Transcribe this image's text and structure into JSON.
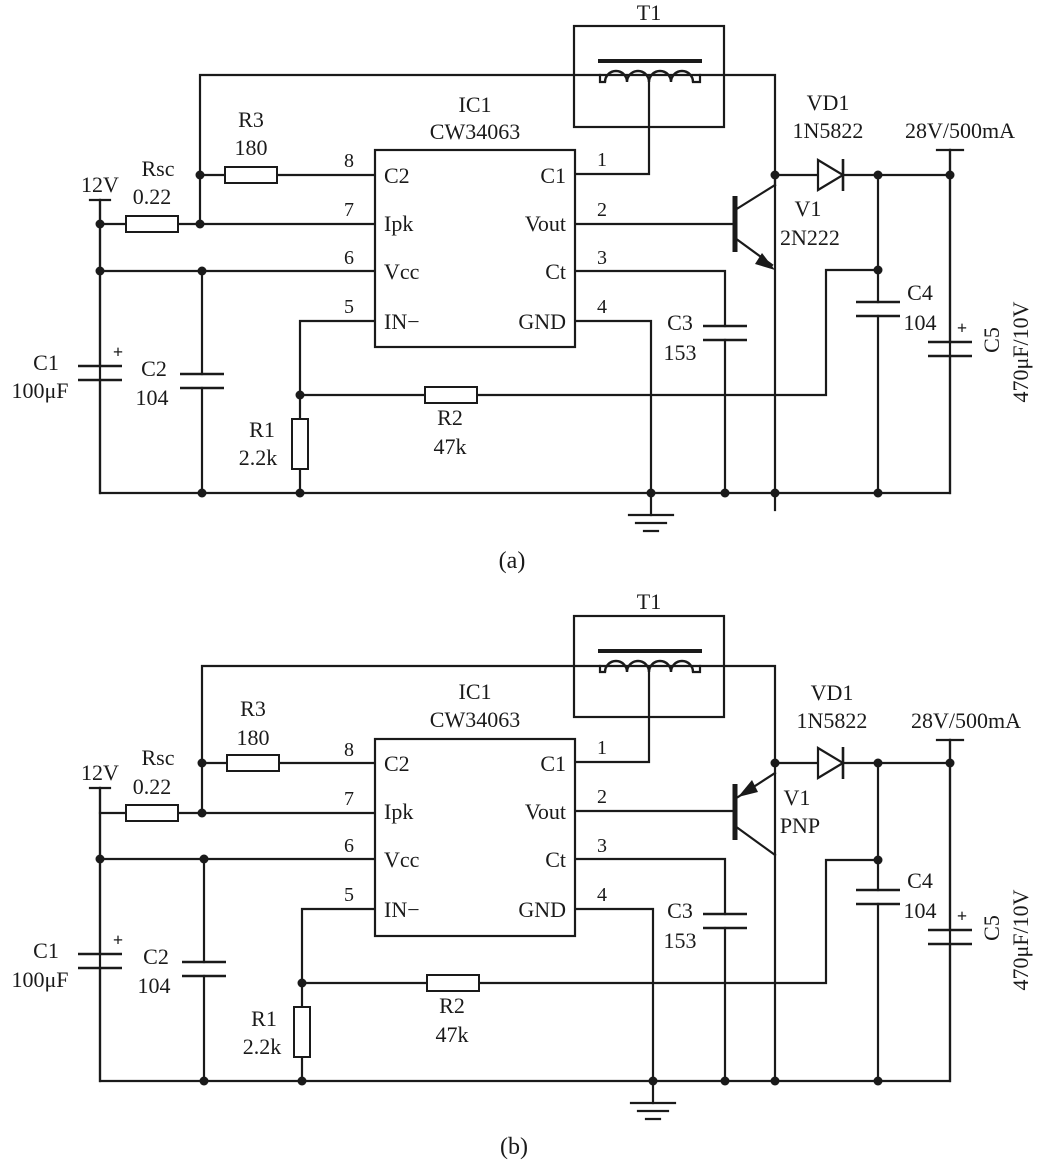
{
  "diagrams": [
    {
      "caption": "(a)",
      "transformer": "T1",
      "ic_ref": "IC1",
      "ic_part": "CW34063",
      "pins": [
        {
          "num": "8",
          "name": "C2"
        },
        {
          "num": "7",
          "name": "Ipk"
        },
        {
          "num": "6",
          "name": "Vcc"
        },
        {
          "num": "5",
          "name": "IN−"
        },
        {
          "num": "1",
          "name": "C1"
        },
        {
          "num": "2",
          "name": "Vout"
        },
        {
          "num": "3",
          "name": "Ct"
        },
        {
          "num": "4",
          "name": "GND"
        }
      ],
      "r3_ref": "R3",
      "r3_val": "180",
      "rsc_ref": "Rsc",
      "rsc_val": "0.22",
      "vin": "12V",
      "c1_ref": "C1",
      "c1_val": "100μF",
      "c2_ref": "C2",
      "c2_val": "104",
      "r1_ref": "R1",
      "r1_val": "2.2k",
      "r2_ref": "R2",
      "r2_val": "47k",
      "c3_ref": "C3",
      "c3_val": "153",
      "q_ref": "V1",
      "q_val": "2N222",
      "vd_ref": "VD1",
      "vd_val": "1N5822",
      "vout": "28V/500mA",
      "c4_ref": "C4",
      "c4_val": "104",
      "c5_ref": "C5",
      "c5_val": "470μF/10V",
      "plus": "+"
    },
    {
      "caption": "(b)",
      "transformer": "T1",
      "ic_ref": "IC1",
      "ic_part": "CW34063",
      "pins": [
        {
          "num": "8",
          "name": "C2"
        },
        {
          "num": "7",
          "name": "Ipk"
        },
        {
          "num": "6",
          "name": "Vcc"
        },
        {
          "num": "5",
          "name": "IN−"
        },
        {
          "num": "1",
          "name": "C1"
        },
        {
          "num": "2",
          "name": "Vout"
        },
        {
          "num": "3",
          "name": "Ct"
        },
        {
          "num": "4",
          "name": "GND"
        }
      ],
      "r3_ref": "R3",
      "r3_val": "180",
      "rsc_ref": "Rsc",
      "rsc_val": "0.22",
      "vin": "12V",
      "c1_ref": "C1",
      "c1_val": "100μF",
      "c2_ref": "C2",
      "c2_val": "104",
      "r1_ref": "R1",
      "r1_val": "2.2k",
      "r2_ref": "R2",
      "r2_val": "47k",
      "c3_ref": "C3",
      "c3_val": "153",
      "q_ref": "V1",
      "q_val": "PNP",
      "vd_ref": "VD1",
      "vd_val": "1N5822",
      "vout": "28V/500mA",
      "c4_ref": "C4",
      "c4_val": "104",
      "c5_ref": "C5",
      "c5_val": "470μF/10V",
      "plus": "+"
    }
  ]
}
